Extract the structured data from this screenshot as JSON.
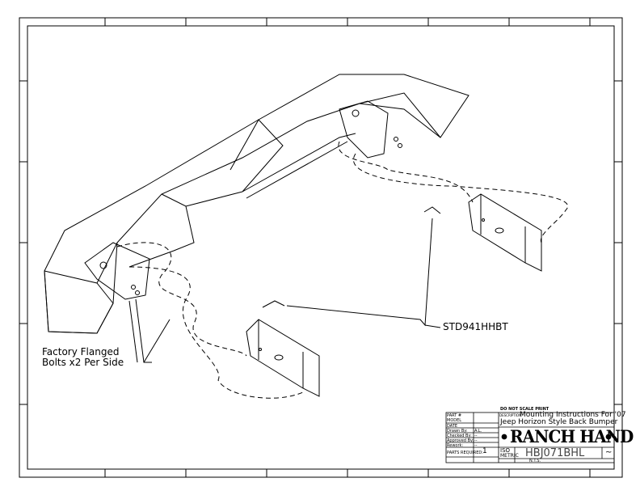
{
  "drawing": {
    "callouts": {
      "factory_bolts_line1": "Factory Flanged",
      "factory_bolts_line2": "Bolts x2 Per Side",
      "part_number": "STD941HHBT"
    }
  },
  "title_block": {
    "note": "DO NOT SCALE PRINT",
    "description_label": "DESCRIPTION:",
    "description_line1": "Mounting Instructions For '07",
    "description_line2": "Jeep Horizon Style Back Bumper",
    "logo_text": "RANCH HAND",
    "fields": [
      "PART #",
      "MODEL",
      "DATE",
      "Drawn By:",
      "Checked By:",
      "Approved By:",
      "Rework:"
    ],
    "drawn_by": "A.L.",
    "checked_by": "--",
    "approved_by": "--",
    "rework": "--",
    "parts_required_label": "PARTS REQUIRED:",
    "parts_required": "1",
    "iso_label": "ISO",
    "metric_label": "METRIC",
    "drawing_number": "HBJ071BHL",
    "revision": "~",
    "scale": "N.T.S."
  }
}
